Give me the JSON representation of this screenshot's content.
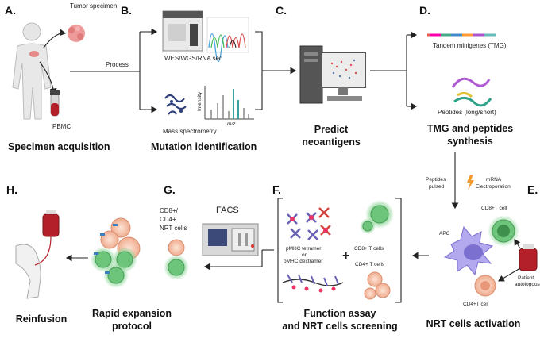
{
  "steps": {
    "a": {
      "letter": "A.",
      "title": "Specimen acquisition",
      "tumor": "Tumor specimen",
      "pbmc": "PBMC",
      "process": "Process"
    },
    "b": {
      "letter": "B.",
      "title": "Mutation identification",
      "seq": "WES/WGS/RNA seq",
      "ms": "Mass spectrometry",
      "ms_ylabel": "Intensity",
      "ms_xlabel": "m/z"
    },
    "c": {
      "letter": "C.",
      "title_line1": "Predict",
      "title_line2": "neoantigens"
    },
    "d": {
      "letter": "D.",
      "title_line1": "TMG and peptides",
      "title_line2": "synthesis",
      "tmg": "Tandem minigenes (TMG)",
      "peptides": "Peptides (long/short)"
    },
    "e": {
      "letter": "E.",
      "title": "NRT cells activation",
      "peptides_pulsed_1": "Peptides",
      "peptides_pulsed_2": "pulsed",
      "mrna_1": "mRNA",
      "mrna_2": "Electroporation",
      "cd8": "CD8+T cell",
      "apc": "APC",
      "cd4": "CD4+T cell",
      "patient_1": "Patient",
      "patient_2": "autologous"
    },
    "f": {
      "letter": "F.",
      "title_line1": "Function assay",
      "title_line2": "and NRT cells screening",
      "tetramer_1": "pMHC tetramer",
      "tetramer_2": "or",
      "tetramer_3": "pMHC dextramer",
      "plus": "+",
      "cd8_cells": "CD8+ T cells",
      "cd4_cells": "CD4+ T cells"
    },
    "g": {
      "letter": "G.",
      "title_line1": "Rapid expansion",
      "title_line2": "protocol",
      "facs": "FACS",
      "nrt_1": "CD8+/",
      "nrt_2": "CD4+",
      "nrt_3": "NRT cells"
    },
    "h": {
      "letter": "H.",
      "title": "Reinfusion"
    }
  },
  "colors": {
    "tcell_green": "#5fb86a",
    "tcell_peach": "#f3b79d",
    "apc_purple": "#8b7fd6",
    "blood_red": "#b3202a"
  },
  "icons": [
    "human-body-icon",
    "tumor-icon",
    "blood-tube-icon",
    "sequencer-icon",
    "computer-icon",
    "dna-strand-icon",
    "peptide-icon",
    "lightning-icon",
    "apc-cell-icon",
    "blood-bag-icon",
    "facs-machine-icon",
    "arm-icon"
  ]
}
